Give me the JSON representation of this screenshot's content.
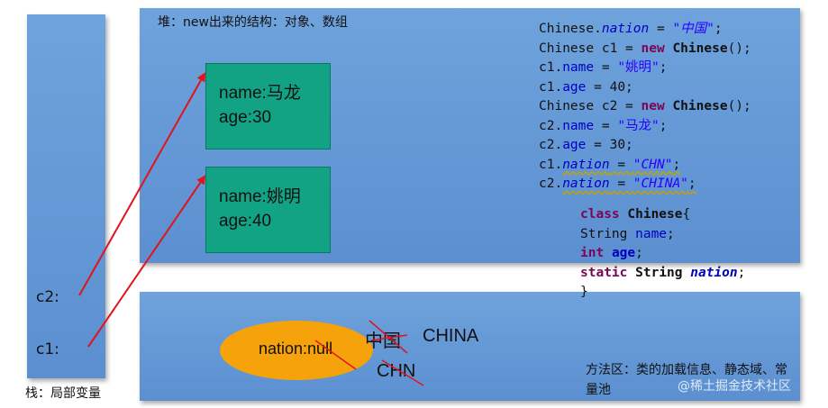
{
  "stack": {
    "caption": "栈：局部变量",
    "vars": [
      "c2:",
      "c1:"
    ]
  },
  "heap": {
    "title": "堆：new出来的结构：对象、数组",
    "objects": [
      {
        "name": "name:马龙",
        "age": "age:30"
      },
      {
        "name": "name:姚明",
        "age": "age:40"
      }
    ]
  },
  "code": {
    "l1": [
      "Chinese.",
      "nation",
      " = ",
      "\"中国\"",
      ";"
    ],
    "l2": [
      "Chinese ",
      "c1",
      " = ",
      "new",
      " ",
      "Chinese",
      "();"
    ],
    "l3": [
      "c1.",
      "name",
      " = ",
      "\"姚明\"",
      ";"
    ],
    "l4": [
      "c1.",
      "age",
      " = 40;"
    ],
    "l5": [
      "Chinese ",
      "c2",
      " = ",
      "new",
      " ",
      "Chinese",
      "();"
    ],
    "l6": [
      "c2.",
      "name",
      " = ",
      "\"马龙\"",
      ";"
    ],
    "l7": [
      "c2.",
      "age",
      " = 30;"
    ],
    "l8": [
      "c1.",
      "nation",
      " = ",
      "\"CHN\"",
      ";"
    ],
    "l9": [
      "c2.",
      "nation",
      " = ",
      "\"CHINA\"",
      ";"
    ]
  },
  "class_def": {
    "l1": [
      "class",
      " ",
      "Chinese",
      "{"
    ],
    "l2": [
      "String ",
      "name",
      ";"
    ],
    "l3": [
      "int",
      " ",
      "age",
      ";"
    ],
    "l4": [
      "static",
      " ",
      "String",
      " ",
      "nation",
      ";"
    ],
    "l5": [
      "}"
    ]
  },
  "method_area": {
    "field": "nation:null",
    "values": [
      "中国",
      "CHINA",
      "CHN"
    ],
    "caption": "方法区：类的加载信息、静态域、常量池"
  },
  "watermark": "@稀土掘金技术社区",
  "colors": {
    "panel": "#5b8fd0",
    "object": "#12a385",
    "ellipse": "#f5a20b",
    "arrow": "#e0141b"
  }
}
